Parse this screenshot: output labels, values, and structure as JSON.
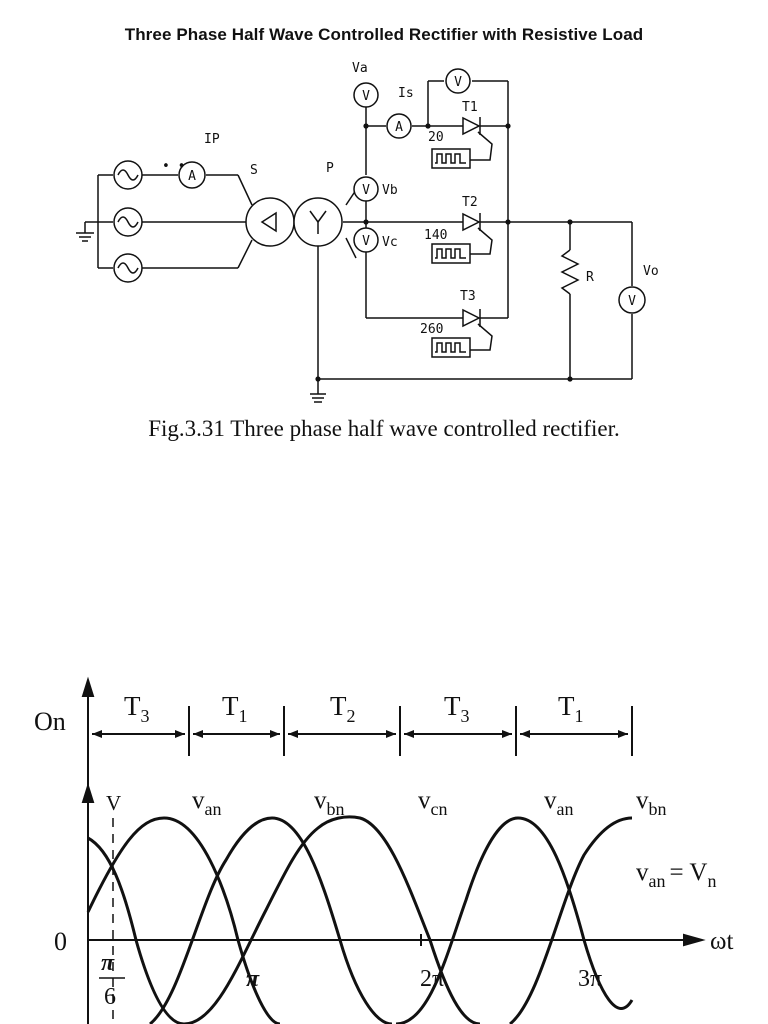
{
  "page_title": "Three Phase Half Wave Controlled Rectifier with Resistive Load",
  "caption": "Fig.3.31 Three phase half wave controlled rectifier.",
  "circuit": {
    "labels": {
      "ip": "IP",
      "s": "S",
      "p": "P",
      "va": "Va",
      "is": "Is",
      "vb": "Vb",
      "vc": "Vc",
      "vo": "Vo",
      "r": "R",
      "t1": "T1",
      "t2": "T2",
      "t3": "T3",
      "angle1": "20",
      "angle2": "140",
      "angle3": "260",
      "ammeter": "A",
      "voltmeter": "V"
    }
  },
  "waveform": {
    "on_label": "On",
    "zero_label": "0",
    "omega_t": "ωt",
    "v_marker": "V",
    "conduction": [
      "T",
      "T",
      "T",
      "T",
      "T"
    ],
    "conduction_sub": [
      "3",
      "1",
      "2",
      "3",
      "1"
    ],
    "phase_labels": [
      {
        "base": "v",
        "sub": "an"
      },
      {
        "base": "v",
        "sub": "bn"
      },
      {
        "base": "v",
        "sub": "cn"
      },
      {
        "base": "v",
        "sub": "an"
      },
      {
        "base": "v",
        "sub": "bn"
      }
    ],
    "eq_left_base": "v",
    "eq_left_sub": "an",
    "eq_mid": "= V",
    "eq_right_sub": "n",
    "pi_num": "π",
    "pi_den": "6",
    "ticks": [
      "π",
      "2π",
      "3π"
    ]
  }
}
